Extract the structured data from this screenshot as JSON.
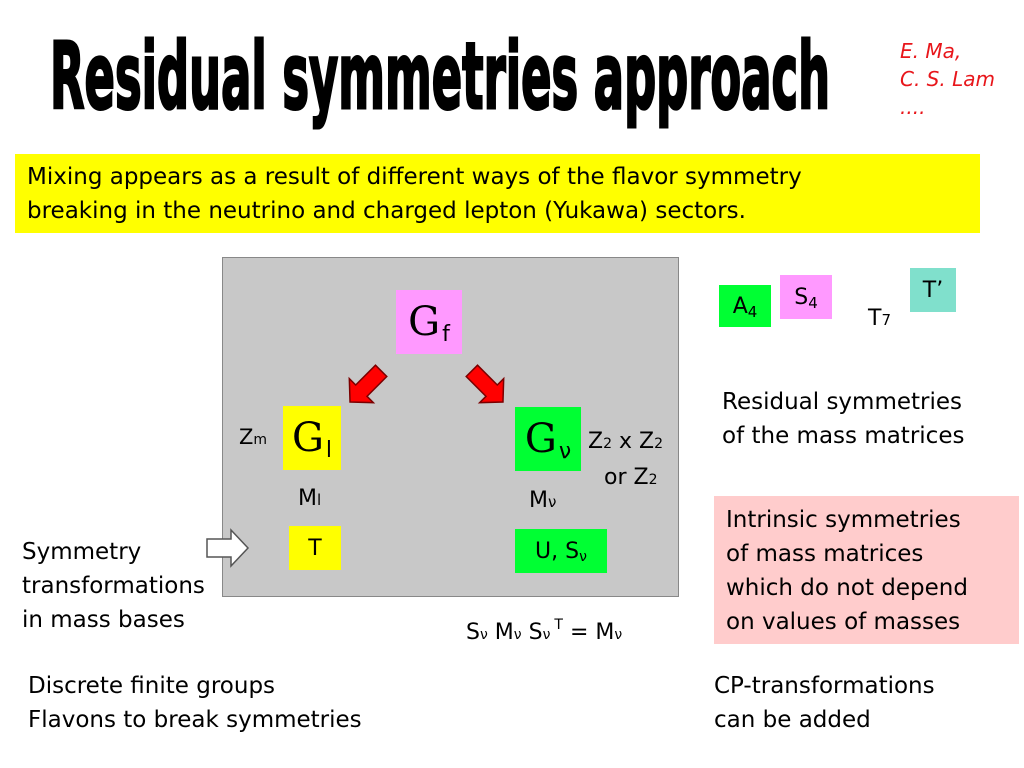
{
  "slide": {
    "title": "Residual symmetries approach",
    "authors": [
      "E. Ma,",
      "C. S. Lam",
      "...."
    ],
    "intro": [
      "Mixing appears as a result of different ways of the flavor symmetry",
      "breaking in the  neutrino and charged lepton  (Yukawa) sectors."
    ]
  },
  "diagram": {
    "g_f": {
      "main": "G",
      "sub": "f"
    },
    "g_l": {
      "main": "G",
      "sub": "l"
    },
    "g_nu": {
      "main": "G",
      "sub": "ν"
    },
    "zm": {
      "main": "Z",
      "sub": "m"
    },
    "z2": {
      "line1_a": "Z",
      "line1_a_sub": "2",
      "line1_x": " x ",
      "line1_b": "Z",
      "line1_b_sub": "2",
      "line2_pre": "or Z",
      "line2_sub": "2"
    },
    "ml": {
      "main": "M",
      "sub": "l"
    },
    "mnu": {
      "main": "M",
      "sub": "ν"
    },
    "t_box": "T",
    "u_s_box": {
      "main": "U, S",
      "sub": "ν"
    }
  },
  "groups": {
    "a4": {
      "main": "A",
      "sub": "4"
    },
    "s4": {
      "main": "S",
      "sub": "4"
    },
    "t_prime": "T’",
    "t7": {
      "main": "T",
      "sub": "7"
    }
  },
  "residual": [
    "Residual symmetries",
    "of the mass matrices"
  ],
  "intrinsic": [
    "Intrinsic symmetries",
    "of mass matrices",
    "which do not depend",
    "on values of masses"
  ],
  "symmetry_text": [
    "Symmetry",
    "transformations",
    "in mass bases"
  ],
  "equation": {
    "s1": "S",
    "s1_sub": "ν",
    "m1": " M",
    "m1_sub": "ν",
    "s2": " S",
    "s2_sub": "ν",
    "t_sup": "T",
    "eq": " = M",
    "eq_sub": "ν"
  },
  "discrete": [
    "Discrete finite groups",
    "Flavons to break  symmetries"
  ],
  "cp": [
    "CP-transformations",
    "can be added"
  ],
  "colors": {
    "yellow": "#ffff00",
    "pink_box": "#ff99ff",
    "green_box": "#00ff33",
    "teal_box": "#80e0cc",
    "red_arrow": "#ff0000",
    "author_red": "#e8161b",
    "panel_gray": "#c8c8c8",
    "intrinsic_bg": "#ffcccc"
  }
}
